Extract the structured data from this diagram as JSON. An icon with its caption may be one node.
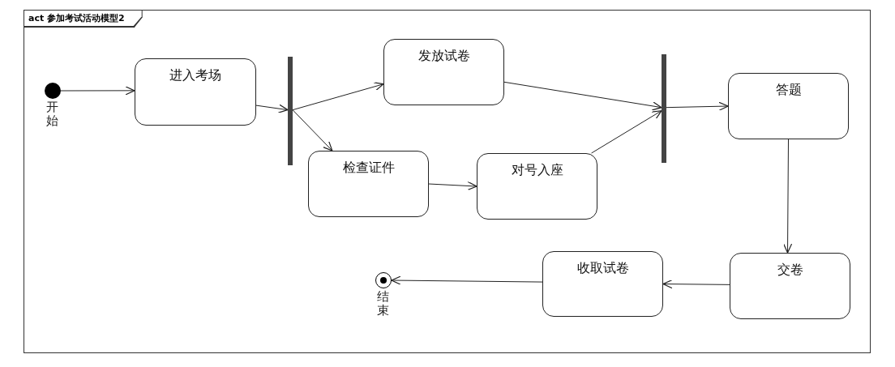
{
  "diagram": {
    "nodes": [
      {
        "text": [
          "act 参加考试活动模型2"
        ]
      },
      {
        "text": [],
        "shape": "circle",
        "beside": [
          "开始"
        ],
        "in": 0
      },
      {
        "text": [
          "进入考场"
        ],
        "in": 0
      },
      {
        "text": [],
        "shape": "bar",
        "in": 0
      },
      {
        "text": [
          "发放试卷"
        ],
        "in": 0
      },
      {
        "text": [
          "检查证件"
        ],
        "in": 0
      },
      {
        "text": [
          "对号入座"
        ],
        "in": 0
      },
      {
        "text": [],
        "shape": "bar",
        "in": 0
      },
      {
        "text": [
          "答题"
        ],
        "in": 0
      },
      {
        "text": [
          "交卷"
        ],
        "in": 0
      },
      {
        "text": [
          "收取试卷"
        ],
        "in": 0
      },
      {
        "text": [],
        "shape": "bullseye",
        "beside": [
          "结束"
        ],
        "in": 0
      }
    ],
    "edges": [
      {
        "from": 1,
        "to": 2,
        "arrow": "to"
      },
      {
        "from": 2,
        "to": 3,
        "arrow": "to"
      },
      {
        "from": 3,
        "to": 4,
        "arrow": "to"
      },
      {
        "from": 3,
        "to": 5,
        "arrow": "to"
      },
      {
        "from": 5,
        "to": 6,
        "arrow": "to"
      },
      {
        "from": 4,
        "to": 7,
        "arrow": "to"
      },
      {
        "from": 6,
        "to": 7,
        "arrow": "to"
      },
      {
        "from": 7,
        "to": 8,
        "arrow": "to"
      },
      {
        "from": 8,
        "to": 9,
        "arrow": "to"
      },
      {
        "from": 9,
        "to": 10,
        "arrow": "to"
      },
      {
        "from": 10,
        "to": 11,
        "arrow": "to"
      }
    ]
  }
}
